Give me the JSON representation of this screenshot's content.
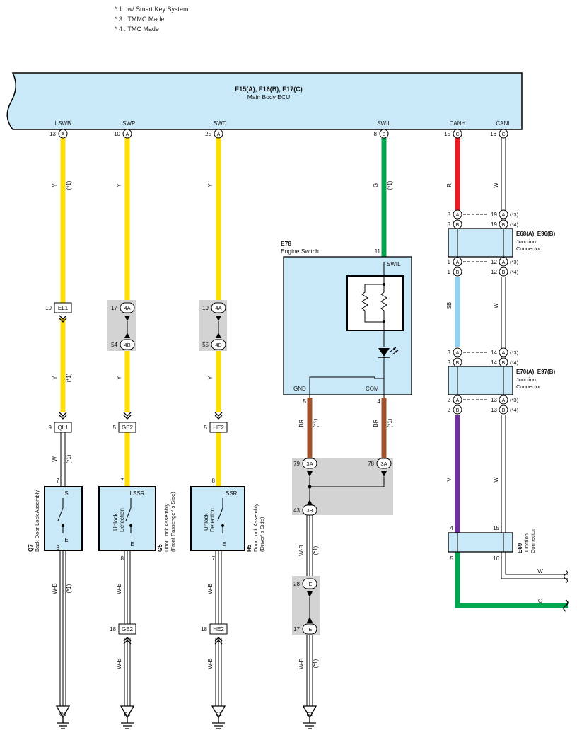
{
  "notes": [
    "* 1 : w/ Smart Key System",
    "* 3 : TMMC Made",
    "* 4 : TMC Made"
  ],
  "ecu": {
    "title": "E15(A), E16(B), E17(C)",
    "name": "Main Body ECU"
  },
  "ecu_pins": [
    {
      "label": "LSWB",
      "num": "13",
      "conn": "A"
    },
    {
      "label": "LSWP",
      "num": "10",
      "conn": "A"
    },
    {
      "label": "LSWD",
      "num": "25",
      "conn": "A"
    },
    {
      "label": "SWIL",
      "num": "8",
      "conn": "B"
    },
    {
      "label": "CANH",
      "num": "15",
      "conn": "C"
    },
    {
      "label": "CANL",
      "num": "16",
      "conn": "C"
    }
  ],
  "colors": {
    "yellow": "#ffde00",
    "green": "#00a550",
    "red": "#ed1c24",
    "brown": "#a0522d",
    "light_blue": "#8fd3f4",
    "purple": "#7030a0",
    "box_fill": "#c9e9f9",
    "splice_gray": "#d3d3d3"
  },
  "wire_labels": {
    "y": "Y",
    "g": "G",
    "r": "R",
    "w": "W",
    "sb": "SB",
    "v": "V",
    "br": "BR",
    "wb": "W-B",
    "star1": "(*1)"
  },
  "connectors": {
    "el1": {
      "left": "10",
      "name": "EL1"
    },
    "c4a_17": {
      "num": "17",
      "name": "4A"
    },
    "c4b_54": {
      "num": "54",
      "name": "4B"
    },
    "c4a_19": {
      "num": "19",
      "name": "4A"
    },
    "c4b_55": {
      "num": "55",
      "name": "4B"
    },
    "ql1": {
      "num": "9",
      "name": "QL1"
    },
    "ge2_top": {
      "num": "5",
      "name": "GE2"
    },
    "he2_top": {
      "num": "5",
      "name": "HE2"
    },
    "ge2_bot": {
      "num": "18",
      "name": "GE2"
    },
    "he2_bot": {
      "num": "18",
      "name": "HE2"
    },
    "c3a_79": {
      "num": "79",
      "name": "3A"
    },
    "c3a_78": {
      "num": "78",
      "name": "3A"
    },
    "c3b_43": {
      "num": "43",
      "name": "3B"
    },
    "ie_28": {
      "num": "28",
      "name": "IE"
    },
    "ie_17": {
      "num": "17",
      "name": "IE"
    }
  },
  "engine_switch": {
    "code": "E78",
    "name": "Engine Switch",
    "pin_swil": "11",
    "swil": "SWIL",
    "gnd": "GND",
    "com": "COM",
    "pin_gnd": "5",
    "pin_com": "4"
  },
  "components": {
    "q7": {
      "code": "Q7",
      "name": "Back Door Lock Assembly",
      "top_label": "S",
      "bot_label": "E",
      "pin_top": "7",
      "pin_bot": "8"
    },
    "g5": {
      "code": "G5",
      "name": "Door Lock Assembly",
      "sub": "(Front Passenger' s Side)",
      "top_label": "LSSR",
      "bot_label": "E",
      "inner1": "Unlock",
      "inner2": "Detection",
      "pin_top": "7",
      "pin_bot": "8"
    },
    "h5": {
      "code": "H5",
      "name": "Door Lock Assembly",
      "sub": "(Driver' s Side)",
      "top_label": "LSSR",
      "bot_label": "E",
      "inner1": "Unlock",
      "inner2": "Detection",
      "pin_top": "8",
      "pin_bot": "7"
    }
  },
  "junctions": {
    "j1": {
      "code": "E68(A), E96(B)",
      "name1": "Junction",
      "name2": "Connector",
      "top_left": [
        {
          "num": "8",
          "conn": "A"
        },
        {
          "num": "8",
          "conn": "B"
        }
      ],
      "top_right": [
        {
          "num": "19",
          "conn": "A",
          "note": "(*3)"
        },
        {
          "num": "19",
          "conn": "B",
          "note": "(*4)"
        }
      ],
      "bot_left": [
        {
          "num": "1",
          "conn": "A"
        },
        {
          "num": "1",
          "conn": "B"
        }
      ],
      "bot_right": [
        {
          "num": "12",
          "conn": "A",
          "note": "(*3)"
        },
        {
          "num": "12",
          "conn": "B",
          "note": "(*4)"
        }
      ]
    },
    "j2": {
      "code": "E70(A), E97(B)",
      "name1": "Junction",
      "name2": "Connector",
      "top_left": [
        {
          "num": "3",
          "conn": "A"
        },
        {
          "num": "3",
          "conn": "B"
        }
      ],
      "top_right": [
        {
          "num": "14",
          "conn": "A",
          "note": "(*3)"
        },
        {
          "num": "14",
          "conn": "B",
          "note": "(*4)"
        }
      ],
      "bot_left": [
        {
          "num": "2",
          "conn": "A"
        },
        {
          "num": "2",
          "conn": "B"
        }
      ],
      "bot_right": [
        {
          "num": "13",
          "conn": "A",
          "note": "(*3)"
        },
        {
          "num": "13",
          "conn": "B",
          "note": "(*4)"
        }
      ]
    },
    "e69": {
      "code": "E69",
      "name1": "Junction",
      "name2": "Connector",
      "pin4": "4",
      "pin15": "15",
      "pin5": "5",
      "pin16": "16"
    }
  },
  "grounds": [
    "Q1",
    "E4",
    "E1",
    "E1"
  ]
}
